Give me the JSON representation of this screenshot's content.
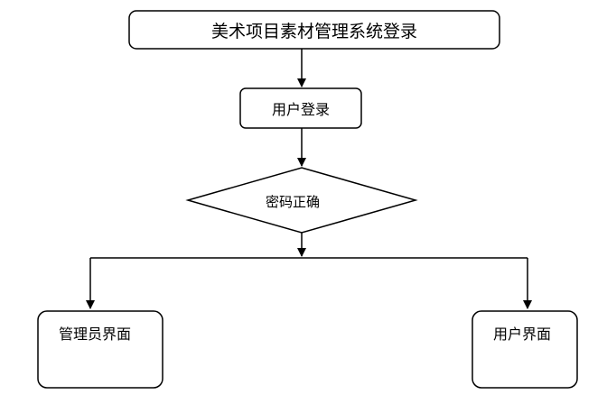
{
  "diagram": {
    "nodes": {
      "title": "美术项目素材管理系统登录",
      "login": "用户登录",
      "check": "密码正确",
      "admin": "管理员界面",
      "user": "用户界面"
    }
  }
}
